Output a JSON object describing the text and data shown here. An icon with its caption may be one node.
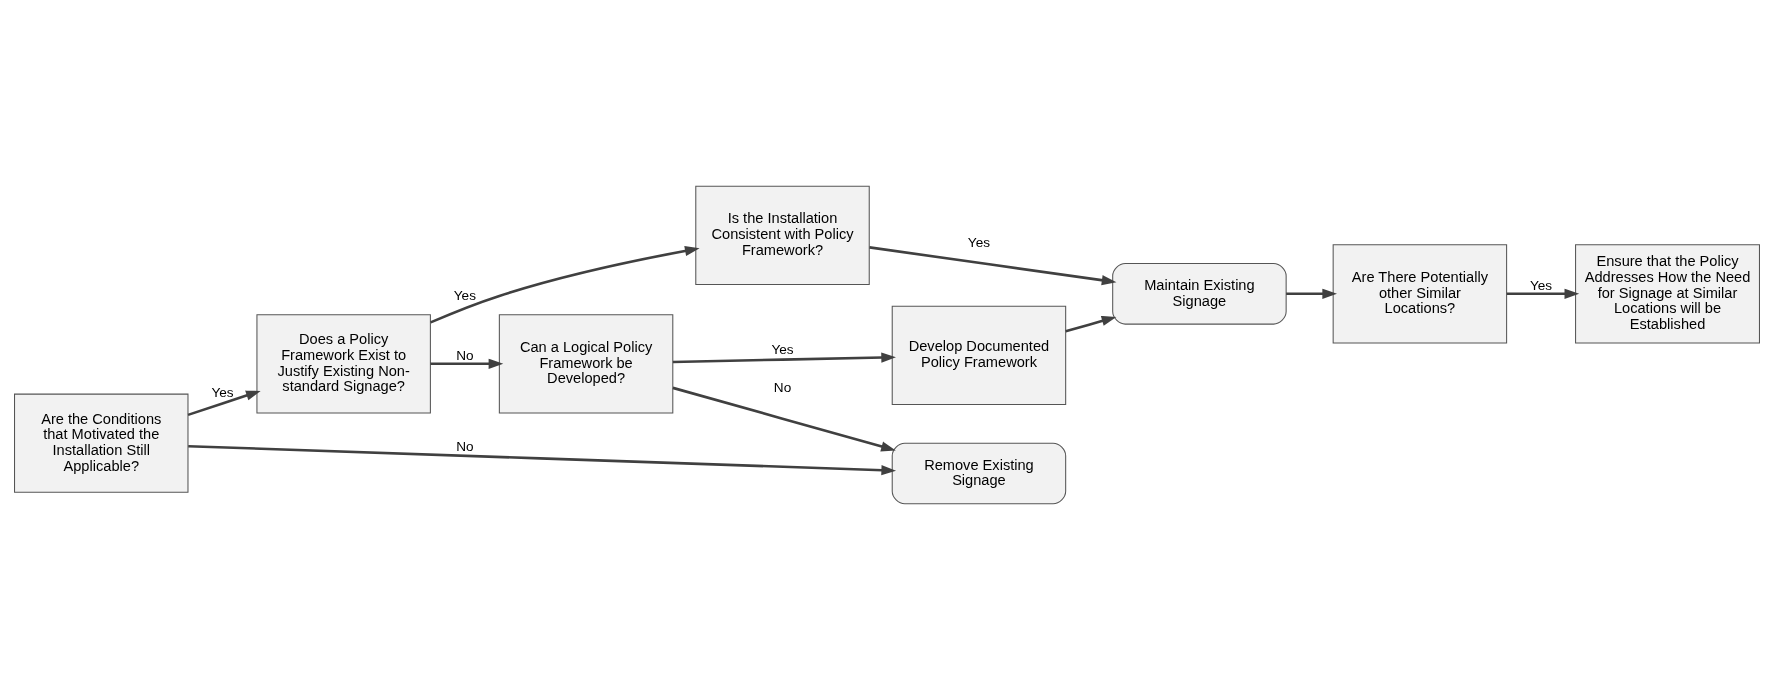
{
  "diagram": {
    "nodes": [
      {
        "text": [
          "Are the Conditions that Motivated the Installation Still Applicable?"
        ]
      },
      {
        "text": [
          "Does a Policy Framework Exist to Justify Existing Non-standard Signage?"
        ]
      },
      {
        "text": [
          "Is the Installation Consistent with Policy Framework?"
        ]
      },
      {
        "text": [
          "Maintain Existing Signage"
        ]
      },
      {
        "text": [
          "Are There Potentially other Similar Locations?"
        ]
      },
      {
        "text": [
          "Can a Logical Policy Framework be Developed?"
        ]
      },
      {
        "text": [
          "Develop Documented Policy Framework"
        ]
      },
      {
        "text": [
          "Ensure that the Policy Addresses How the Need for Signage at Similar Locations will be Established"
        ]
      },
      {
        "text": [
          "Remove Existing Signage"
        ]
      }
    ],
    "edges": [
      {
        "from": 0,
        "to": 1,
        "arrow": "to",
        "label": "Yes"
      },
      {
        "from": 1,
        "to": 2,
        "arrow": "to",
        "label": "Yes"
      },
      {
        "from": 1,
        "to": 5,
        "arrow": "to",
        "label": "No"
      },
      {
        "from": 2,
        "to": 3,
        "arrow": "to",
        "label": "Yes"
      },
      {
        "from": 3,
        "to": 4,
        "arrow": "to"
      },
      {
        "from": 4,
        "to": 7,
        "arrow": "to",
        "label": "Yes"
      },
      {
        "from": 5,
        "to": 6,
        "arrow": "to",
        "label": "Yes"
      },
      {
        "from": 6,
        "to": 3,
        "arrow": "to"
      },
      {
        "from": 0,
        "to": 8,
        "arrow": "to",
        "label": "No"
      },
      {
        "from": 5,
        "to": 8,
        "arrow": "to",
        "label": "No"
      }
    ]
  }
}
